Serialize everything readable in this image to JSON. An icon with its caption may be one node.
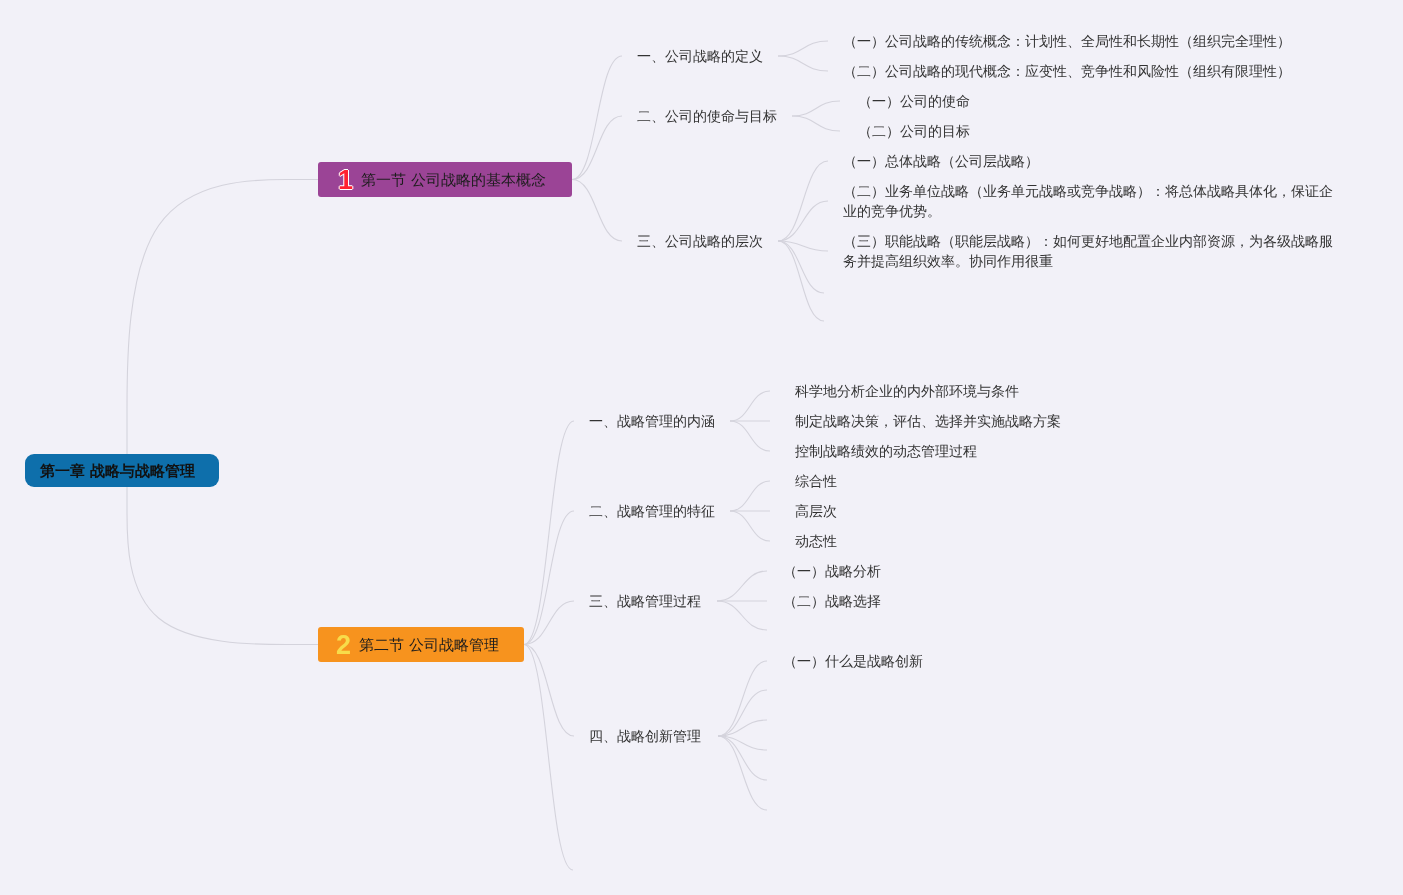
{
  "diagram": {
    "nodes": [
      {
        "text": [
          "第一章 战略与战略管理"
        ]
      },
      {
        "text": [
          "1",
          "第一节 公司战略的基本概念"
        ]
      },
      {
        "text": [
          "一、公司战略的定义"
        ]
      },
      {
        "text": [
          "（一）公司战略的传统概念：计划性、全局性和长期性（组织完全理性）"
        ]
      },
      {
        "text": [
          "（二）公司战略的现代概念：应变性、竞争性和风险性（组织有限理性）"
        ]
      },
      {
        "text": [
          "二、公司的使命与目标"
        ]
      },
      {
        "text": [
          "（一）公司的使命"
        ]
      },
      {
        "text": [
          "（二）公司的目标"
        ]
      },
      {
        "text": [
          "三、公司战略的层次"
        ]
      },
      {
        "text": [
          "（一）总体战略（公司层战略）"
        ]
      },
      {
        "text": [
          "（二）业务单位战略（业务单元战略或竞争战略）：将总体战略具体化，保证企业的竞争优势。"
        ]
      },
      {
        "text": [
          "（三）职能战略（职能层战略）：如何更好地配置企业内部资源，为各级战略服务并提高组织效率。协同作用很重"
        ]
      },
      {
        "text": [
          "2",
          "第二节 公司战略管理"
        ]
      },
      {
        "text": [
          "一、战略管理的内涵"
        ]
      },
      {
        "text": [
          "科学地分析企业的内外部环境与条件"
        ]
      },
      {
        "text": [
          "制定战略决策，评估、选择并实施战略方案"
        ]
      },
      {
        "text": [
          "控制战略绩效的动态管理过程"
        ]
      },
      {
        "text": [
          "二、战略管理的特征"
        ]
      },
      {
        "text": [
          "综合性"
        ]
      },
      {
        "text": [
          "高层次"
        ]
      },
      {
        "text": [
          "动态性"
        ]
      },
      {
        "text": [
          "三、战略管理过程"
        ]
      },
      {
        "text": [
          "（一）战略分析"
        ]
      },
      {
        "text": [
          "（二）战略选择"
        ]
      },
      {
        "text": [
          "四、战略创新管理"
        ]
      },
      {
        "text": [
          "（一）什么是战略创新"
        ]
      }
    ],
    "edges": [
      {
        "from": 0,
        "to": 1,
        "arrow": "none"
      },
      {
        "from": 0,
        "to": 12,
        "arrow": "none"
      },
      {
        "from": 1,
        "to": 2,
        "arrow": "none"
      },
      {
        "from": 1,
        "to": 5,
        "arrow": "none"
      },
      {
        "from": 1,
        "to": 8,
        "arrow": "none"
      },
      {
        "from": 2,
        "to": 3,
        "arrow": "none"
      },
      {
        "from": 2,
        "to": 4,
        "arrow": "none"
      },
      {
        "from": 5,
        "to": 6,
        "arrow": "none"
      },
      {
        "from": 5,
        "to": 7,
        "arrow": "none"
      },
      {
        "from": 8,
        "to": 9,
        "arrow": "none"
      },
      {
        "from": 8,
        "to": 10,
        "arrow": "none"
      },
      {
        "from": 8,
        "to": 11,
        "arrow": "none"
      },
      {
        "from": 8,
        "to": null,
        "arrow": "none"
      },
      {
        "from": 8,
        "to": null,
        "arrow": "none"
      },
      {
        "from": 12,
        "to": 13,
        "arrow": "none"
      },
      {
        "from": 12,
        "to": 17,
        "arrow": "none"
      },
      {
        "from": 12,
        "to": 21,
        "arrow": "none"
      },
      {
        "from": 12,
        "to": 24,
        "arrow": "none"
      },
      {
        "from": 12,
        "to": null,
        "arrow": "none"
      },
      {
        "from": 13,
        "to": 14,
        "arrow": "none"
      },
      {
        "from": 13,
        "to": 15,
        "arrow": "none"
      },
      {
        "from": 13,
        "to": 16,
        "arrow": "none"
      },
      {
        "from": 17,
        "to": 18,
        "arrow": "none"
      },
      {
        "from": 17,
        "to": 19,
        "arrow": "none"
      },
      {
        "from": 17,
        "to": 20,
        "arrow": "none"
      },
      {
        "from": 21,
        "to": 22,
        "arrow": "none"
      },
      {
        "from": 21,
        "to": 23,
        "arrow": "none"
      },
      {
        "from": 21,
        "to": null,
        "arrow": "none"
      },
      {
        "from": 24,
        "to": 25,
        "arrow": "none"
      },
      {
        "from": 24,
        "to": null,
        "arrow": "none"
      },
      {
        "from": 24,
        "to": null,
        "arrow": "none"
      },
      {
        "from": 24,
        "to": null,
        "arrow": "none"
      },
      {
        "from": 24,
        "to": null,
        "arrow": "none"
      },
      {
        "from": 24,
        "to": null,
        "arrow": "none"
      }
    ]
  }
}
